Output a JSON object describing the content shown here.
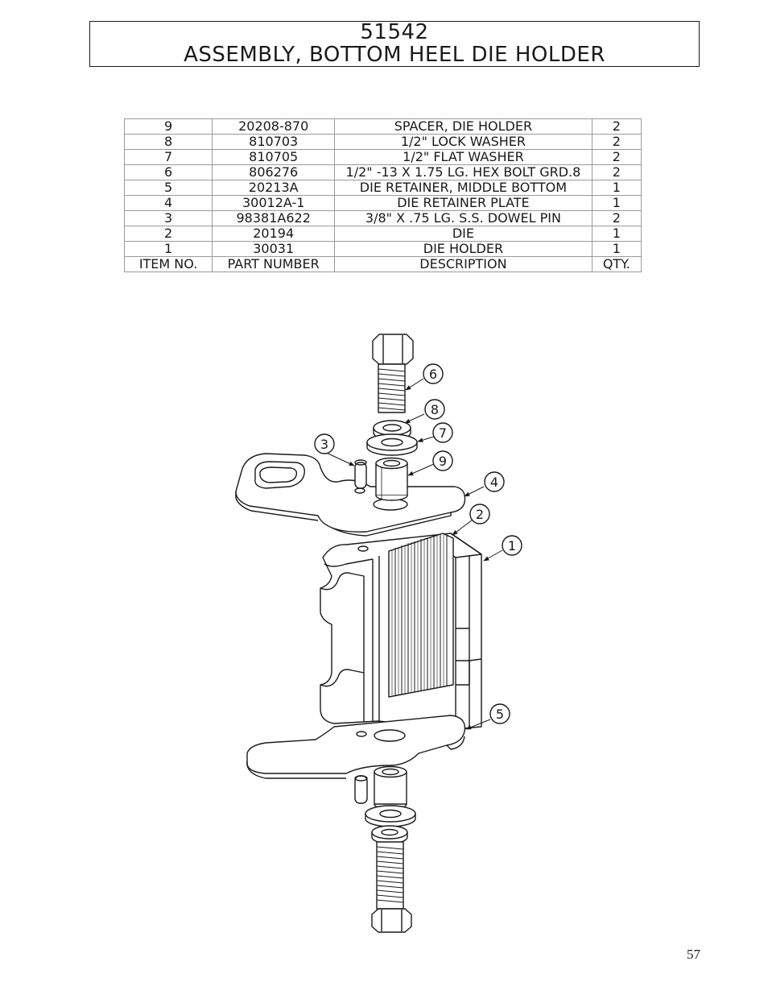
{
  "title": {
    "number": "51542",
    "name": "ASSEMBLY, BOTTOM HEEL DIE HOLDER"
  },
  "bom": {
    "headers": {
      "item": "ITEM NO.",
      "part": "PART NUMBER",
      "desc": "DESCRIPTION",
      "qty": "QTY."
    },
    "rows": [
      {
        "item": "9",
        "part": "20208-870",
        "desc": "SPACER, DIE HOLDER",
        "qty": "2"
      },
      {
        "item": "8",
        "part": "810703",
        "desc": "1/2\" LOCK WASHER",
        "qty": "2"
      },
      {
        "item": "7",
        "part": "810705",
        "desc": "1/2\" FLAT WASHER",
        "qty": "2"
      },
      {
        "item": "6",
        "part": "806276",
        "desc": "1/2\" -13 X 1.75 LG. HEX BOLT GRD.8",
        "qty": "2"
      },
      {
        "item": "5",
        "part": "20213A",
        "desc": "DIE RETAINER, MIDDLE BOTTOM",
        "qty": "1"
      },
      {
        "item": "4",
        "part": "30012A-1",
        "desc": "DIE RETAINER PLATE",
        "qty": "1"
      },
      {
        "item": "3",
        "part": "98381A622",
        "desc": "3/8\" X .75 LG. S.S. DOWEL PIN",
        "qty": "2"
      },
      {
        "item": "2",
        "part": "20194",
        "desc": "DIE",
        "qty": "1"
      },
      {
        "item": "1",
        "part": "30031",
        "desc": "DIE HOLDER",
        "qty": "1"
      }
    ]
  },
  "balloons": [
    "6",
    "8",
    "7",
    "3",
    "9",
    "4",
    "2",
    "1",
    "5"
  ],
  "page_number": "57"
}
